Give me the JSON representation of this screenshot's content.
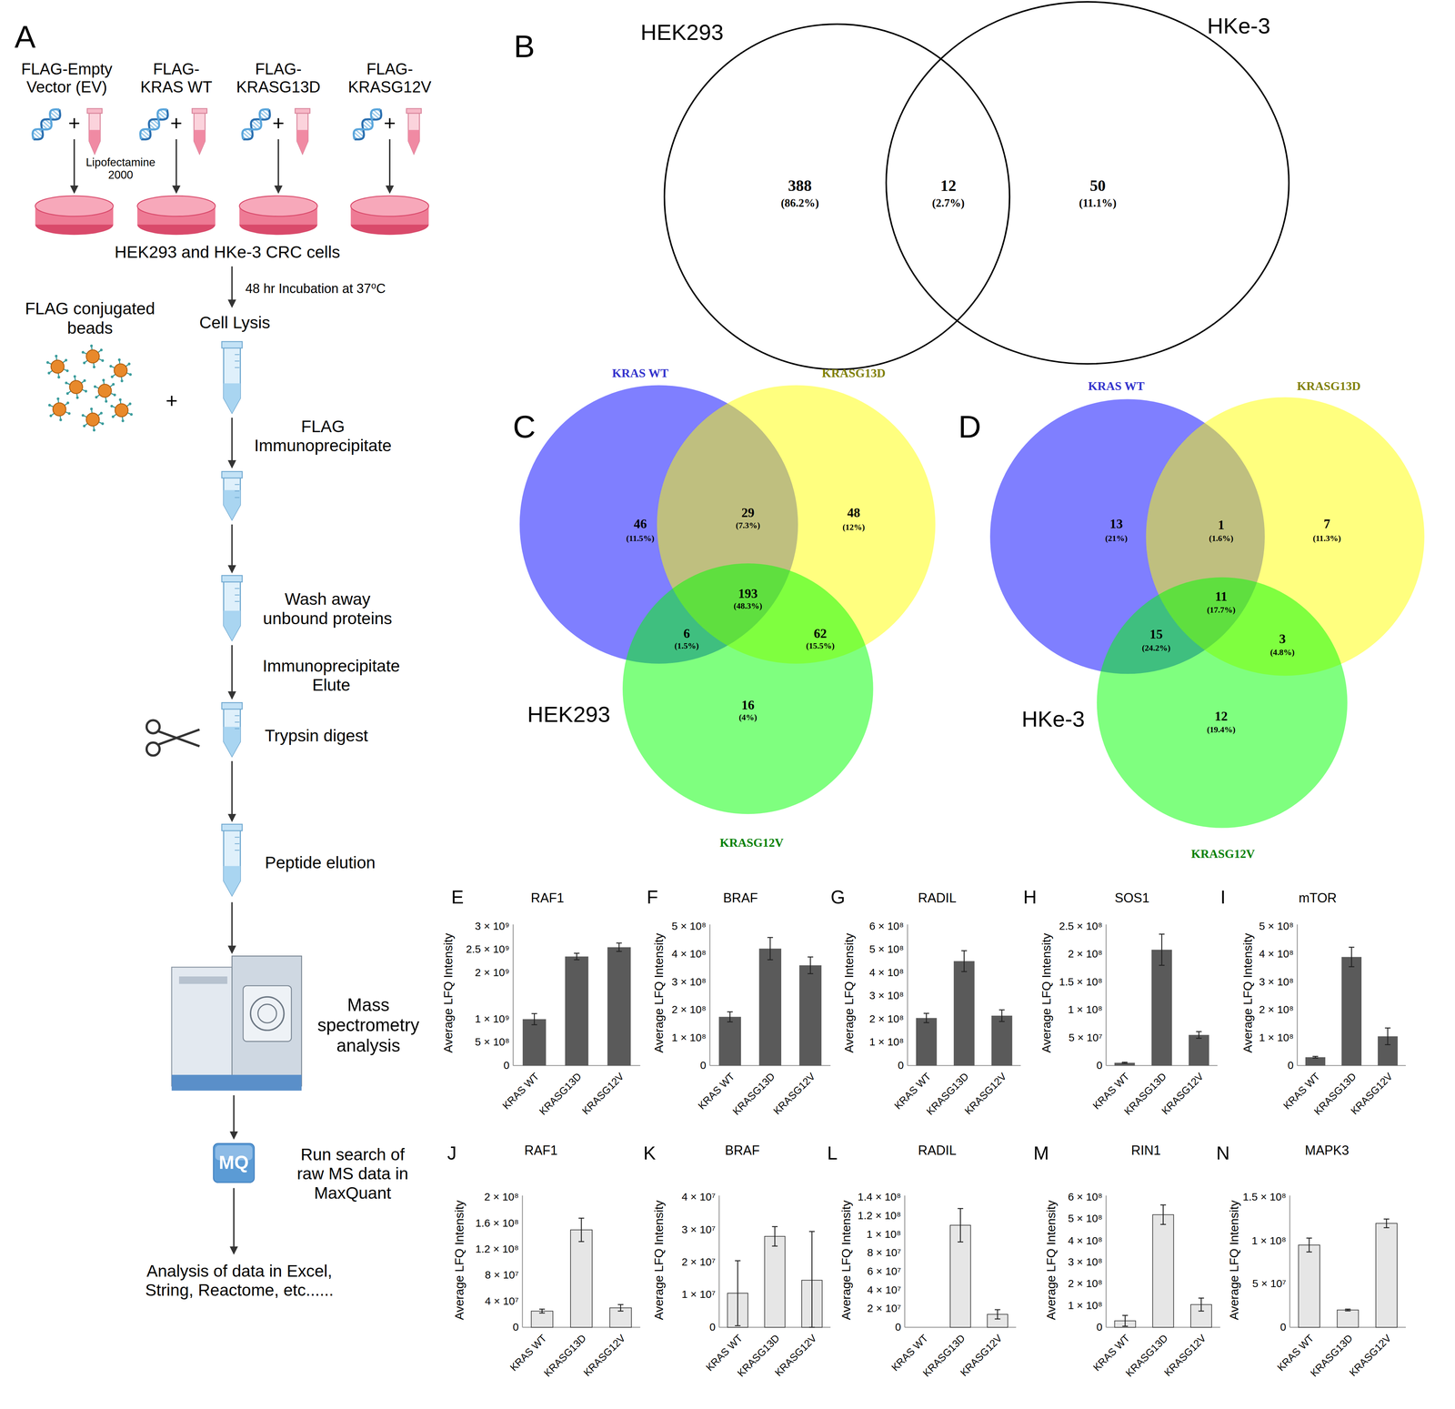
{
  "diagram": {
    "labels": [
      "A",
      "FLAG-Empty Vector (EV)",
      "FLAG- KRAS WT",
      "FLAG- KRASG13D",
      "FLAG- KRASG12V",
      "+",
      "+",
      "+",
      "+",
      "Lipofectamine 2000",
      "HEK293 and HKe-3 CRC cells",
      "48 hr Incubation at 37⁰C",
      "FLAG conjugated beads",
      "Cell Lysis",
      "+",
      "FLAG Immunoprecipitate",
      "Wash away unbound proteins",
      "Immunoprecipitate Elute",
      "Trypsin digest",
      "Peptide elution",
      "Mass spectrometry analysis",
      "MQ",
      "Run search of raw MS data in MaxQuant",
      "Analysis of data in Excel, String, Reactome, etc......",
      "B",
      "HEK293",
      "HKe-3",
      "388",
      "(86.2%)",
      "12",
      "(2.7%)",
      "50",
      "(11.1%)",
      "C",
      "KRAS WT",
      "KRASG13D",
      "KRASG12V",
      "46",
      "(11.5%)",
      "29",
      "(7.3%)",
      "48",
      "(12%)",
      "193",
      "(48.3%)",
      "6",
      "(1.5%)",
      "62",
      "(15.5%)",
      "16",
      "(4%)",
      "HEK293",
      "D",
      "KRAS WT",
      "KRASG13D",
      "KRASG12V",
      "13",
      "(21%)",
      "1",
      "(1.6%)",
      "7",
      "(11.3%)",
      "11",
      "(17.7%)",
      "15",
      "(24.2%)",
      "3",
      "(4.8%)",
      "12",
      "(19.4%)",
      "HKe-3",
      "E",
      "RAF1",
      "Average LFQ Intensity",
      "3 × 10⁹",
      "2.5 × 10⁹",
      "2 × 10⁹",
      "1 × 10⁹",
      "5 × 10⁸",
      "0",
      "KRAS WT",
      "KRASG13D",
      "KRASG12V",
      "F",
      "BRAF",
      "Average LFQ Intensity",
      "5 × 10⁸",
      "4 × 10⁸",
      "3 × 10⁸",
      "2 × 10⁸",
      "1 × 10⁸",
      "0",
      "KRAS WT",
      "KRASG13D",
      "KRASG12V",
      "G",
      "RADIL",
      "Average LFQ Intensity",
      "6 × 10⁸",
      "5 × 10⁸",
      "4 × 10⁸",
      "3 × 10⁸",
      "2 × 10⁸",
      "1 × 10⁸",
      "0",
      "KRAS WT",
      "KRASG13D",
      "KRASG12V",
      "H",
      "SOS1",
      "Average LFQ Intensity",
      "2.5 × 10⁸",
      "2 × 10⁸",
      "1.5 × 10⁸",
      "1 × 10⁸",
      "5 × 10⁷",
      "0",
      "KRAS WT",
      "KRASG13D",
      "KRASG12V",
      "I",
      "mTOR",
      "Average LFQ Intensity",
      "5 × 10⁸",
      "4 × 10⁸",
      "3 × 10⁸",
      "2 × 10⁸",
      "1 × 10⁸",
      "0",
      "KRAS WT",
      "KRASG13D",
      "KRASG12V",
      "J",
      "RAF1",
      "Average LFQ Intensity",
      "2 × 10⁸",
      "1.6 × 10⁸",
      "1.2 × 10⁸",
      "8 × 10⁷",
      "4 × 10⁷",
      "0",
      "KRAS WT",
      "KRASG13D",
      "KRASG12V",
      "K",
      "BRAF",
      "Average LFQ Intensity",
      "4 × 10⁷",
      "3 × 10⁷",
      "2 × 10⁷",
      "1 × 10⁷",
      "0",
      "KRAS WT",
      "KRASG13D",
      "KRASG12V",
      "L",
      "RADIL",
      "Average LFQ Intensity",
      "1.4 × 10⁸",
      "1.2 × 10⁸",
      "1 × 10⁸",
      "8 × 10⁷",
      "6 × 10⁷",
      "4 × 10⁷",
      "2 × 10⁷",
      "0",
      "KRAS WT",
      "KRASG13D",
      "KRASG12V",
      "M",
      "RIN1",
      "Average LFQ Intensity",
      "6 × 10⁸",
      "5 × 10⁸",
      "4 × 10⁸",
      "3 × 10⁸",
      "2 × 10⁸",
      "1 × 10⁸",
      "0",
      "KRAS WT",
      "KRASG13D",
      "KRASG12V",
      "N",
      "MAPK3",
      "Average LFQ Intensity",
      "1.5 × 10⁸",
      "1 × 10⁸",
      "5 × 10⁷",
      "0",
      "KRAS WT",
      "KRASG13D",
      "KRASG12V"
    ]
  }
}
